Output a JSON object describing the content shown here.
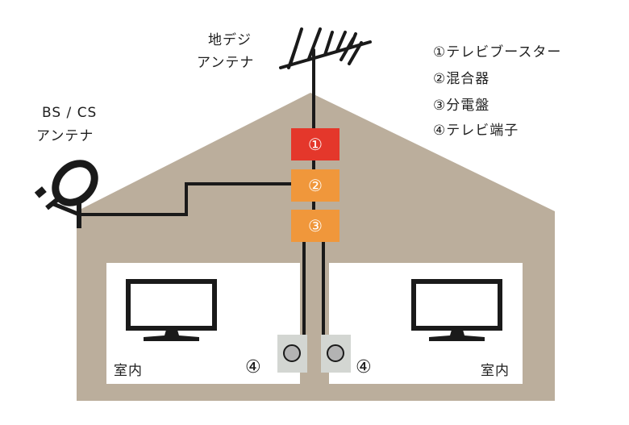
{
  "labels": {
    "terrestrial_antenna_line1": "地デジ",
    "terrestrial_antenna_line2": "アンテナ",
    "bs_cs_antenna_line1": "BS / CS",
    "bs_cs_antenna_line2": "アンテナ",
    "room_left": "室内",
    "room_right": "室内"
  },
  "boxes": {
    "booster": "①",
    "mixer": "②",
    "distributor": "③"
  },
  "outlets": {
    "left_number": "④",
    "right_number": "④"
  },
  "legend": [
    {
      "label": "①テレビブースター"
    },
    {
      "label": "②混合器"
    },
    {
      "label": "③分電盤"
    },
    {
      "label": "④テレビ端子"
    }
  ],
  "colors": {
    "house": "#bbae9c",
    "room": "#ffffff",
    "booster": "#e4372b",
    "mixer_distributor": "#f0973b",
    "outlet": "#d3d6d2",
    "line": "#1a1a1a"
  }
}
